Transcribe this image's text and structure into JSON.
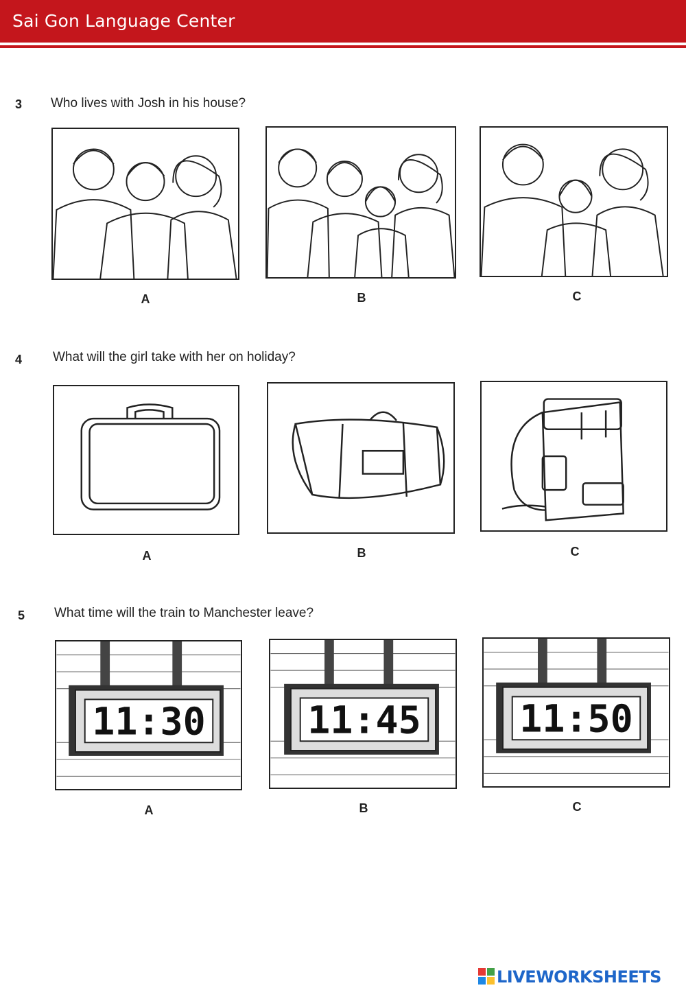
{
  "header": {
    "title": "Sai Gon Language Center"
  },
  "questions": [
    {
      "number": "3",
      "text": "Who lives with Josh in his house?",
      "options": [
        {
          "label": "A"
        },
        {
          "label": "B"
        },
        {
          "label": "C"
        }
      ]
    },
    {
      "number": "4",
      "text": "What will the girl take with her on holiday?",
      "options": [
        {
          "label": "A",
          "item": "suitcase"
        },
        {
          "label": "B",
          "item": "sports-bag"
        },
        {
          "label": "C",
          "item": "backpack"
        }
      ]
    },
    {
      "number": "5",
      "text": "What time will the train to Manchester leave?",
      "options": [
        {
          "label": "A",
          "time": "11:30"
        },
        {
          "label": "B",
          "time": "11:45"
        },
        {
          "label": "C",
          "time": "11:50"
        }
      ]
    }
  ],
  "footer": {
    "brand": "LIVEWORKSHEETS"
  },
  "colors": {
    "header_red": "#c4161c",
    "brand_blue": "#1e66c9"
  }
}
